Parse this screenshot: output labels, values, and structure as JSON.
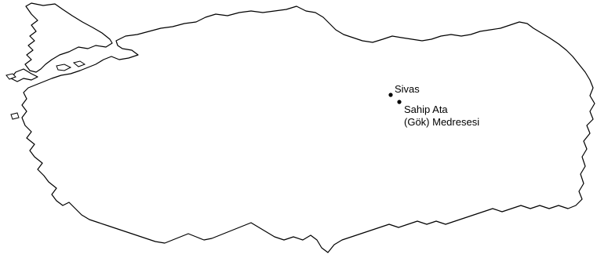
{
  "map": {
    "places": [
      {
        "name": "Sivas",
        "marker_icon": "dot-marker-icon"
      },
      {
        "name_line1": "Sahip Ata",
        "name_line2": "(Gök) Medresesi",
        "marker_icon": "dot-marker-icon"
      }
    ],
    "colors": {
      "background": "#ffffff",
      "outline": "#000000",
      "marker": "#000000"
    }
  }
}
